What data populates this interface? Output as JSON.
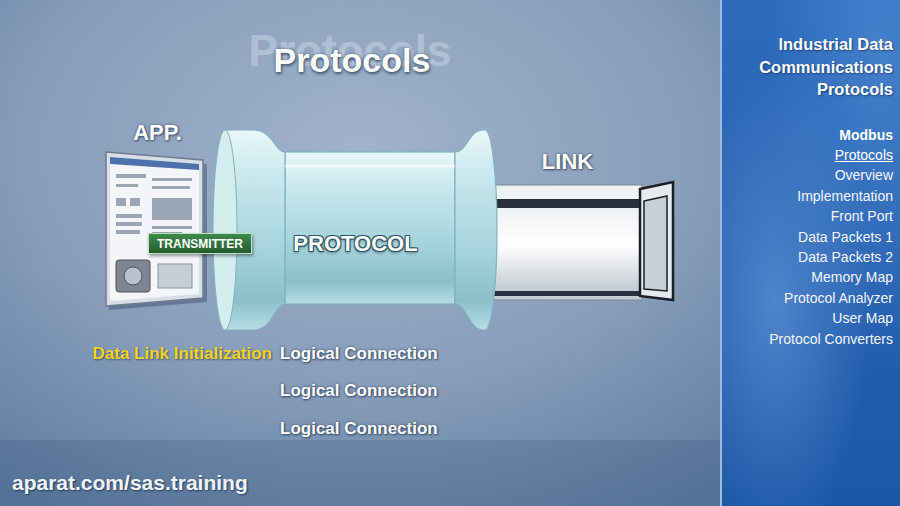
{
  "diagram": {
    "title": "Protocols",
    "nodes": [
      {
        "text": [
          "APP."
        ]
      },
      {
        "text": [
          "TRANSMITTER"
        ],
        "in": 0
      },
      {
        "text": [
          "PROTOCOL"
        ]
      },
      {
        "text": [
          "LINK"
        ]
      },
      {
        "text": [
          "Industrial Data Communications Protocols",
          "Modbus",
          "Protocols",
          "Overview",
          "Implementation",
          "Front Port",
          "Data Packets 1",
          "Data Packets 2",
          "Memory Map",
          "Protocol Analyzer",
          "User Map",
          "Protocol Converters"
        ]
      }
    ],
    "labels": [
      "Protocols",
      "Data Link Initialization",
      "Logical Connection",
      "Logical Connection",
      "Logical Connection",
      "aparat.com/sas.training"
    ]
  }
}
